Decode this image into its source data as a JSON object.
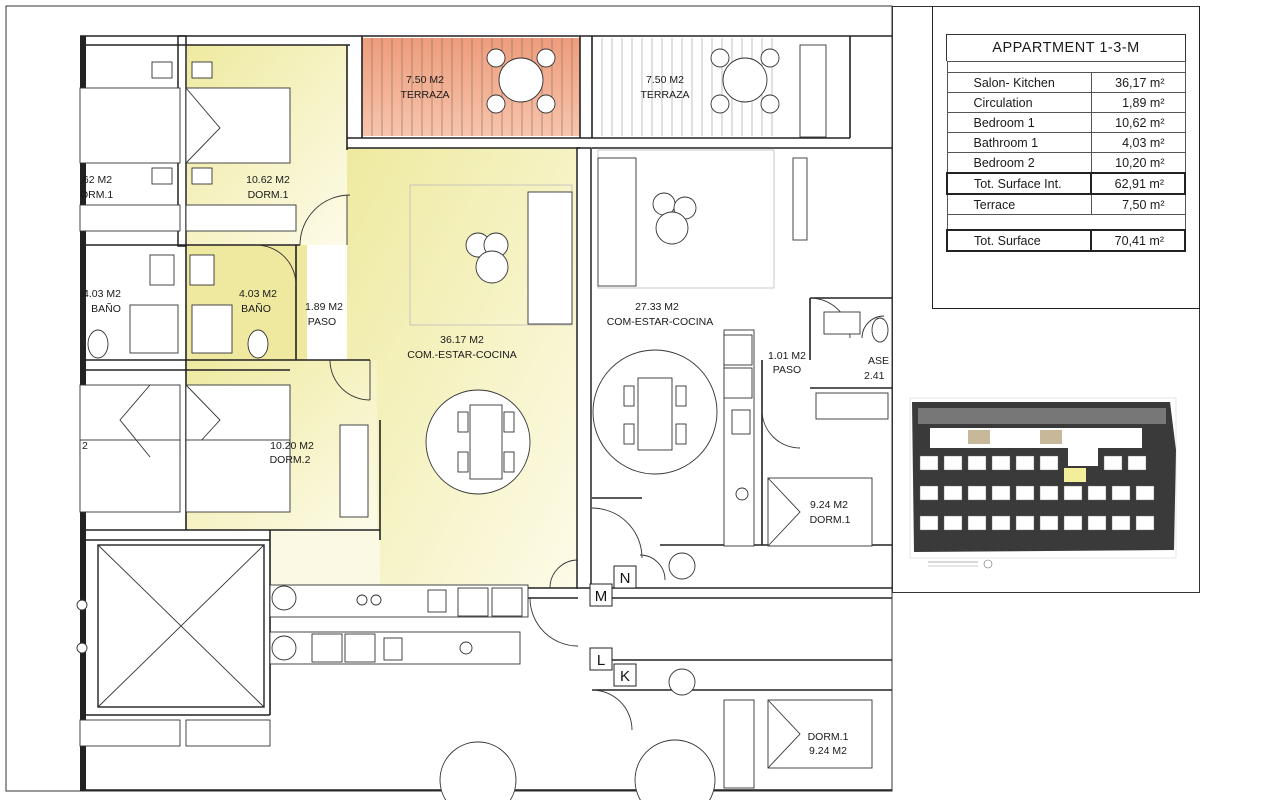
{
  "summary": {
    "title": "APPARTMENT 1-3-M",
    "rows": [
      {
        "label": "Salon- Kitchen",
        "value": "36,17 m²"
      },
      {
        "label": "Circulation",
        "value": "1,89 m²"
      },
      {
        "label": "Bedroom 1",
        "value": "10,62 m²"
      },
      {
        "label": "Bathroom 1",
        "value": "4,03 m²"
      },
      {
        "label": "Bedroom 2",
        "value": "10,20 m²"
      },
      {
        "label": "Tot. Surface Int.",
        "value": "62,91 m²"
      },
      {
        "label": "Terrace",
        "value": "7,50 m²"
      },
      {
        "label": "Tot. Surface",
        "value": "70,41 m²"
      }
    ]
  },
  "rooms": {
    "terraza_a": {
      "area": "7.50 M2",
      "name": "TERRAZA"
    },
    "terraza_b": {
      "area": "7.50 M2",
      "name": "TERRAZA"
    },
    "dorm_left": {
      "area": ".62 M2",
      "name": "ORM.1"
    },
    "dorm1": {
      "area": "10.62 M2",
      "name": "DORM.1"
    },
    "bano_left": {
      "area": "4.03 M2",
      "name": "BAÑO"
    },
    "bano": {
      "area": "4.03 M2",
      "name": "BAÑO"
    },
    "paso": {
      "area": "1.89 M2",
      "name": "PASO"
    },
    "salon": {
      "area": "36.17 M2",
      "name": "COM.-ESTAR-COCINA"
    },
    "salon_right": {
      "area": "27.33 M2",
      "name": "COM-ESTAR-COCINA"
    },
    "paso_right": {
      "area": "1.01 M2",
      "name": "PASO"
    },
    "aseo": {
      "area": "2.41",
      "name": "ASE"
    },
    "dorm2": {
      "area": "10.20 M2",
      "name": "DORM.2"
    },
    "dorm_left2": {
      "area": "2"
    },
    "dorm_right": {
      "area": "9.24 M2",
      "name": "DORM.1"
    },
    "dorm_right_low": {
      "area": "9.24 M2",
      "name": "DORM.1"
    }
  },
  "core_letters": {
    "m": "M",
    "n": "N",
    "l": "L",
    "k": "K"
  },
  "colors": {
    "yellow": "#f2ee9a",
    "terrace": "#eea080",
    "wall": "#222222"
  }
}
